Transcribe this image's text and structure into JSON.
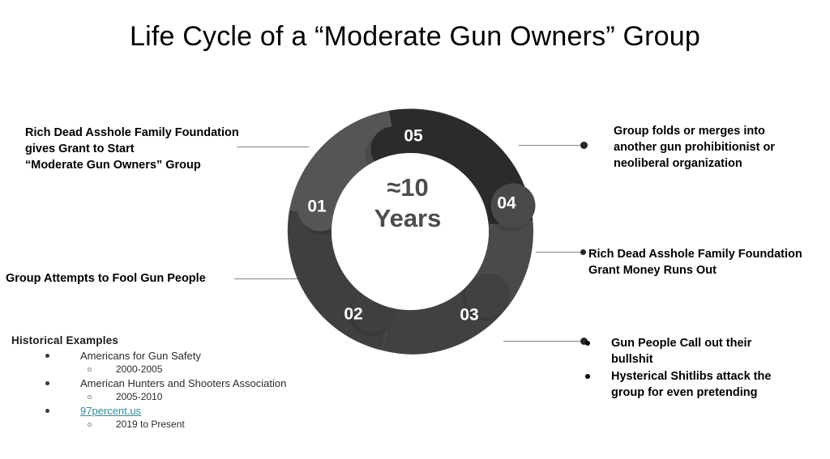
{
  "slide": {
    "title": "Life Cycle of a “Moderate Gun Owners” Group",
    "background_color": "#ffffff"
  },
  "donut": {
    "center_line1": "≈10",
    "center_line2": "Years",
    "center_text_color": "#4d4d4f",
    "segments": [
      {
        "number": "01",
        "color": "#555557"
      },
      {
        "number": "02",
        "color": "#3f3f41"
      },
      {
        "number": "03",
        "color": "#414143"
      },
      {
        "number": "04",
        "color": "#4a4a4c"
      },
      {
        "number": "05",
        "color": "#2b2b2d"
      }
    ]
  },
  "callouts": {
    "left_top": {
      "line1": "Rich Dead Asshole Family Foundation",
      "line2": "gives Grant to Start",
      "line3": "“Moderate Gun Owners” Group"
    },
    "left_bottom": {
      "line1": "Group Attempts to Fool Gun People"
    },
    "right_top": {
      "line1": "Group folds or merges into",
      "line2": "another gun prohibitionist or",
      "line3": "neoliberal organization"
    },
    "right_middle": {
      "line1": "Rich Dead Asshole Family Foundation",
      "line2": "Grant Money Runs Out"
    },
    "right_bottom": {
      "bullets": [
        {
          "line1": "Gun People Call out their",
          "line2": "bullshit"
        },
        {
          "line1": "Hysterical Shitlibs attack the",
          "line2": "group for even pretending"
        }
      ]
    }
  },
  "historical_examples": {
    "heading": "Historical Examples",
    "items": [
      {
        "name": "Americans for Gun Safety",
        "is_link": false,
        "period": "2000-2005"
      },
      {
        "name": "American Hunters and Shooters Association",
        "is_link": false,
        "period": "2005-2010"
      },
      {
        "name": "97percent.us",
        "is_link": true,
        "link_color": "#2d8b9a",
        "period": "2019 to Present"
      }
    ]
  }
}
